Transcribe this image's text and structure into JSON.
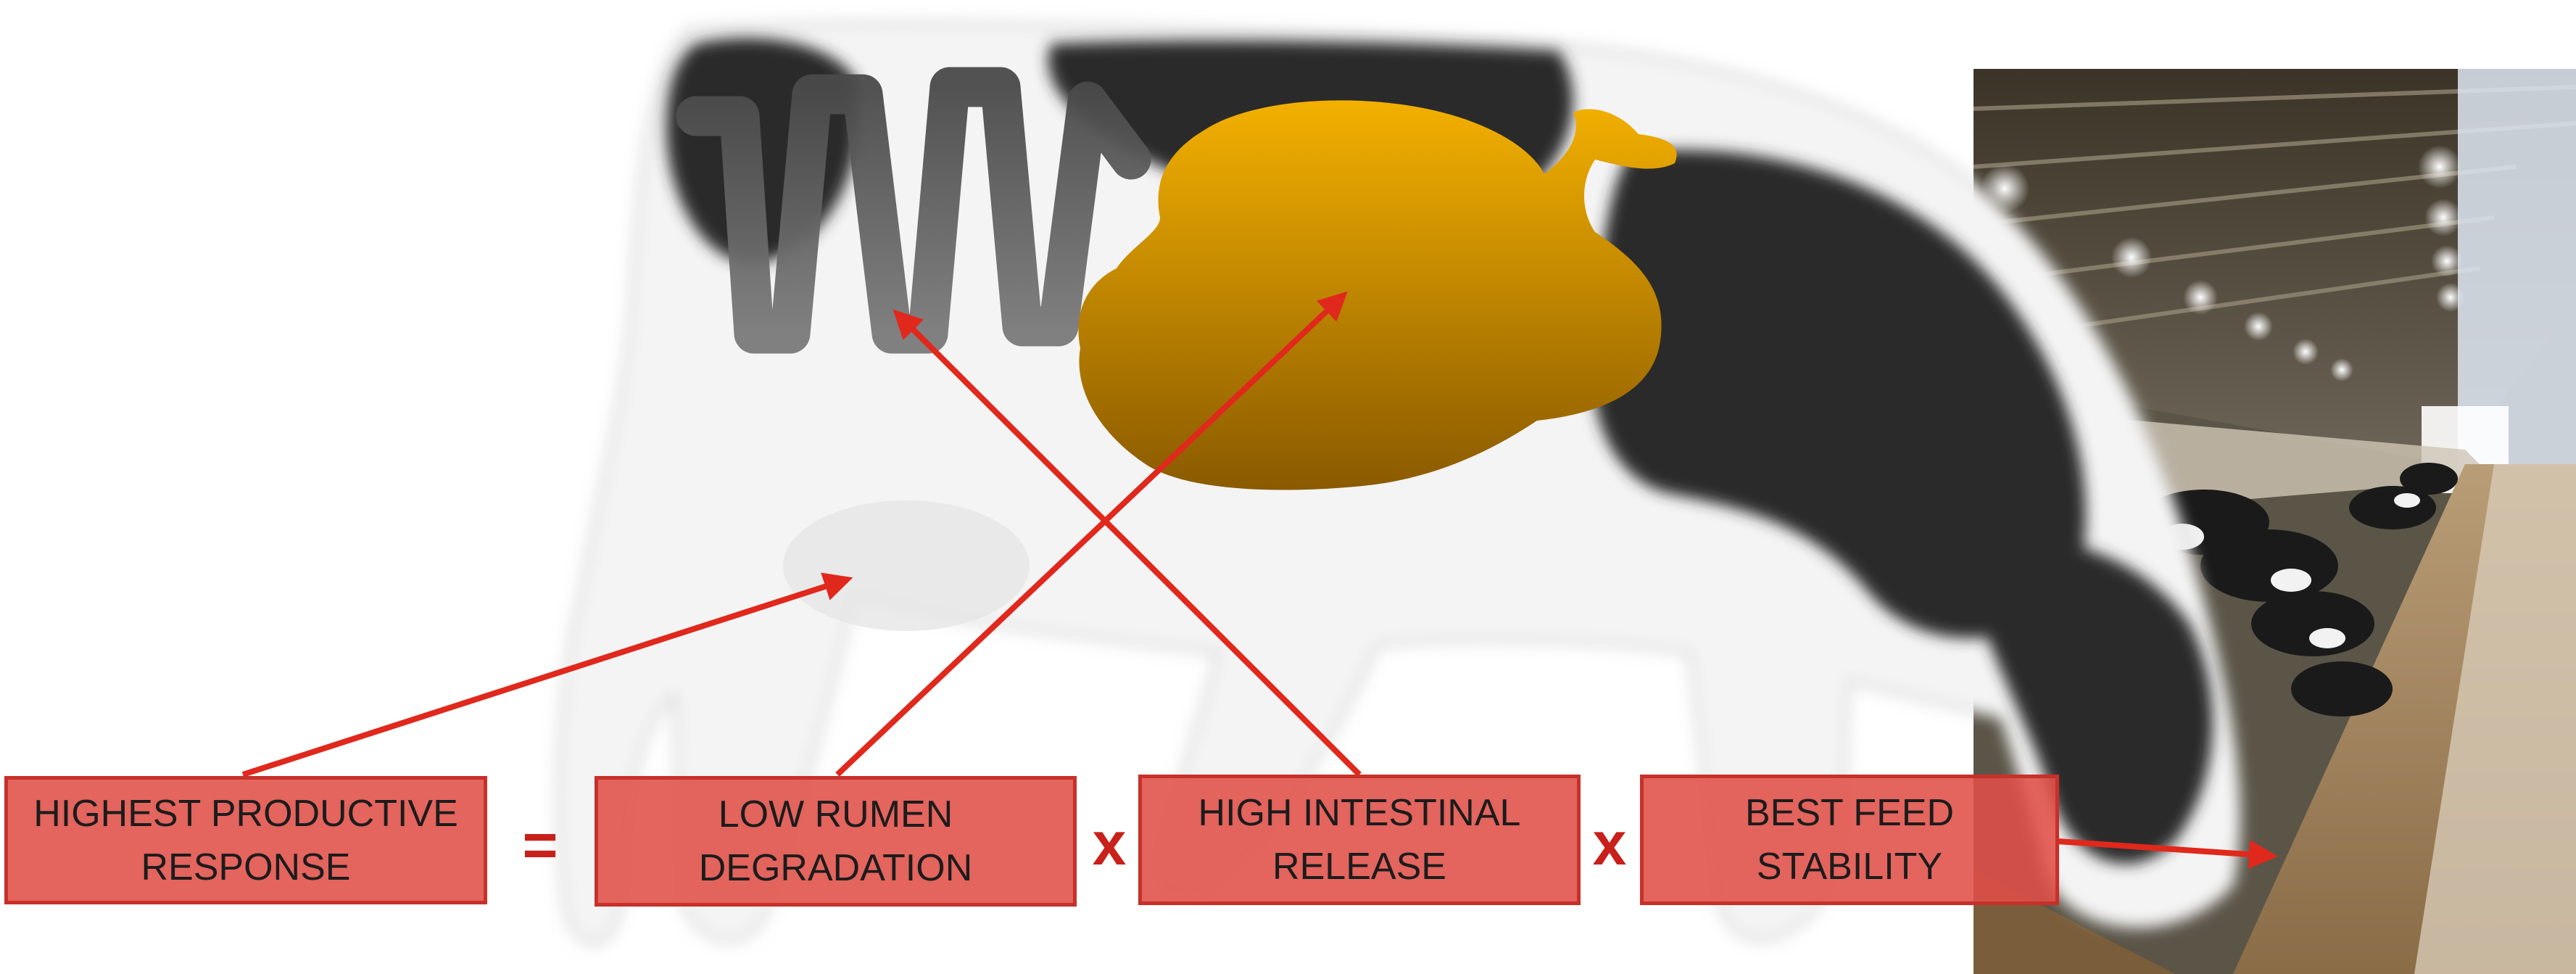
{
  "colors": {
    "box_fill": "#e04e48",
    "box_border": "#c8302a",
    "arrow": "#e0281c",
    "operator": "#c8201a",
    "abomasum": "#e3a000",
    "intestine": "#5e5e5e"
  },
  "labels": {
    "highest_line1": "HIGHEST PRODUCTIVE",
    "highest_line2": "RESPONSE",
    "rumen_line1": "LOW RUMEN",
    "rumen_line2": "DEGRADATION",
    "intestinal_line1": "HIGH INTESTINAL",
    "intestinal_line2": "RELEASE",
    "stability_line1": "BEST FEED",
    "stability_line2": "STABILITY"
  },
  "operators": {
    "equals": "=",
    "times_1": "x",
    "times_2": "x"
  },
  "icons": {
    "cow": "holstein-cow-silhouette",
    "stomach": "stomach-shape",
    "intestine": "intestine-coil",
    "barn": "feeding-barn-photo"
  }
}
